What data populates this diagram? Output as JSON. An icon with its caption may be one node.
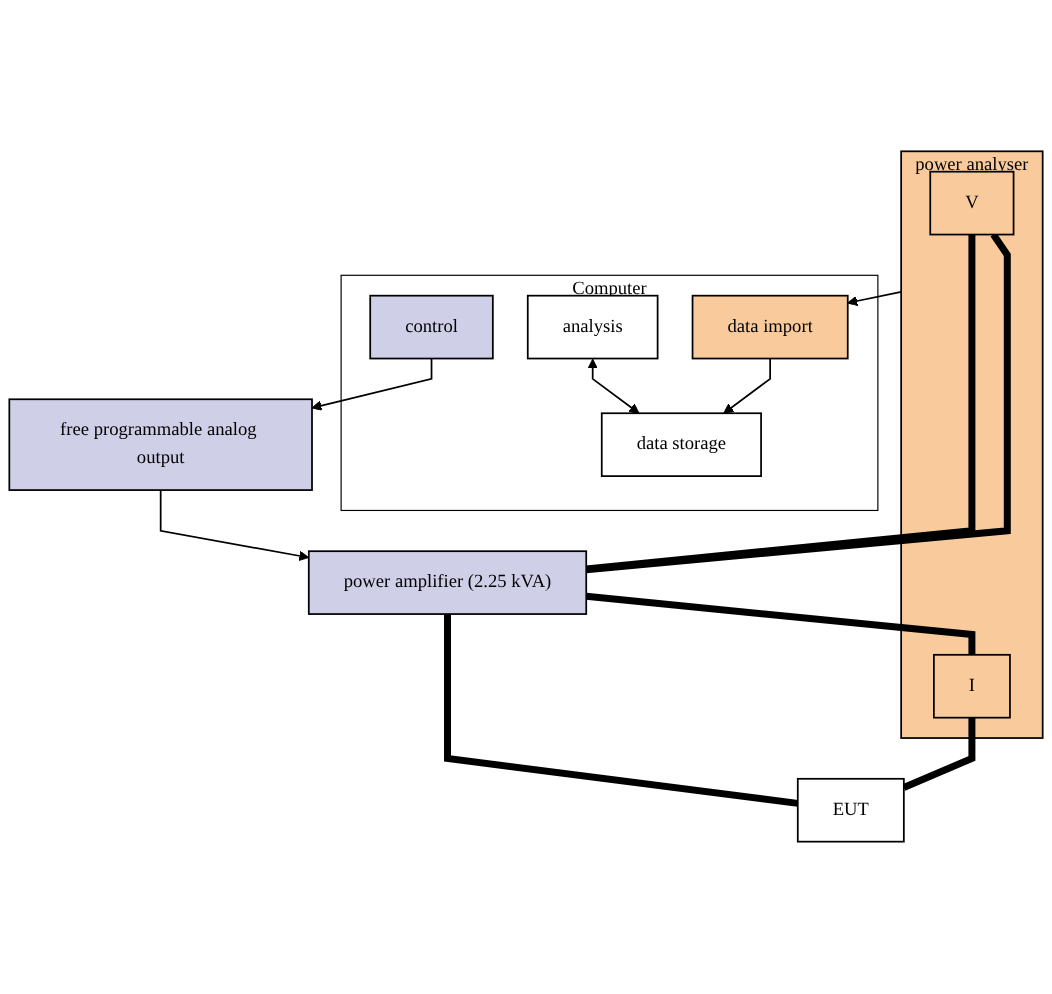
{
  "diagram": {
    "nodes": [
      {
        "text": [
          "Computer"
        ]
      },
      {
        "text": [
          "analysis"
        ],
        "in": 0
      },
      {
        "text": [
          "data storage"
        ],
        "in": 0
      },
      {
        "text": [
          "control"
        ],
        "in": 0
      },
      {
        "text": [
          "data import"
        ],
        "in": 0
      },
      {
        "text": [
          "free programmable analog output"
        ]
      },
      {
        "text": [
          "power analyser"
        ]
      },
      {
        "text": [
          "V"
        ],
        "in": 6
      },
      {
        "text": [
          "I"
        ],
        "in": 6
      },
      {
        "text": [
          "power amplifier (2.25 kVA)"
        ]
      },
      {
        "text": [
          "EUT"
        ]
      }
    ],
    "edges": [
      {
        "from": 1,
        "to": 2,
        "arrow": "both"
      },
      {
        "from": 4,
        "to": 2,
        "arrow": "to"
      },
      {
        "from": 3,
        "to": 5,
        "arrow": "to"
      },
      {
        "from": 6,
        "to": 4,
        "arrow": "to"
      },
      {
        "from": 5,
        "to": 9,
        "arrow": "to"
      },
      {
        "from": 9,
        "to": 10,
        "arrow": "none",
        "style": "thick"
      },
      {
        "from": 9,
        "to": 8,
        "arrow": "none",
        "style": "thick"
      },
      {
        "from": 8,
        "to": 10,
        "arrow": "none",
        "style": "thick"
      },
      {
        "from": 7,
        "to": 9,
        "arrow": "none",
        "style": "thick"
      },
      {
        "from": 7,
        "to": 9,
        "arrow": "none",
        "style": "thick"
      }
    ]
  }
}
